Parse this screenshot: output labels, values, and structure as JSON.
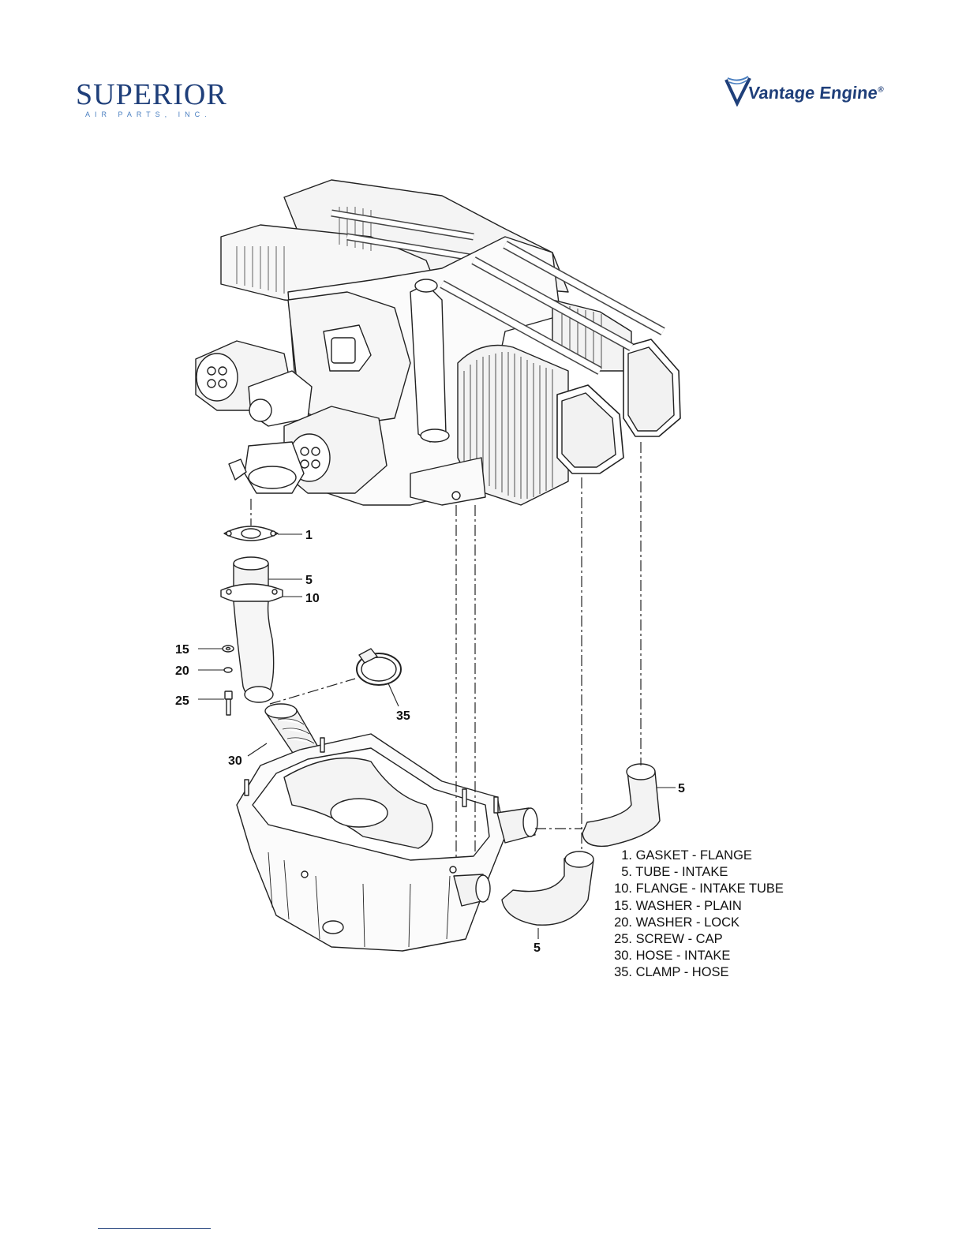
{
  "header": {
    "left_logo": {
      "brand": "SUPERIOR",
      "subtitle": "AIR PARTS, INC."
    },
    "right_logo": {
      "brand": "Vantage Engine",
      "mark": "®"
    }
  },
  "callouts": {
    "c1": "1",
    "c5_top": "5",
    "c10": "10",
    "c15": "15",
    "c20": "20",
    "c25": "25",
    "c35": "35",
    "c30": "30",
    "c5_right": "5",
    "c5_bottom": "5"
  },
  "legend": [
    {
      "num": "1.",
      "label": "GASKET - FLANGE"
    },
    {
      "num": "5.",
      "label": "TUBE - INTAKE"
    },
    {
      "num": "10.",
      "label": "FLANGE - INTAKE TUBE"
    },
    {
      "num": "15.",
      "label": "WASHER - PLAIN"
    },
    {
      "num": "20.",
      "label": "WASHER - LOCK"
    },
    {
      "num": "25.",
      "label": "SCREW - CAP"
    },
    {
      "num": "30.",
      "label": "HOSE - INTAKE"
    },
    {
      "num": "35.",
      "label": "CLAMP - HOSE"
    }
  ],
  "colors": {
    "brand_blue": "#1f3f7a",
    "accent_blue": "#4a7fc0",
    "line": "#222222"
  }
}
